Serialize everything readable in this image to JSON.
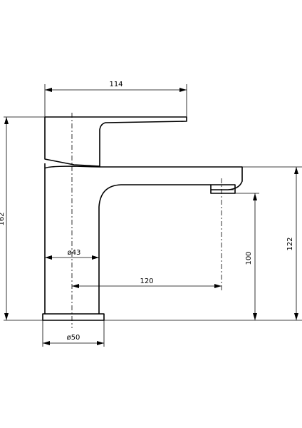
{
  "dimensions": {
    "handle_length": "114",
    "total_height": "162",
    "spout_height_outer": "122",
    "spout_height_inner": "100",
    "spout_reach": "120",
    "body_diameter": "ø43",
    "base_diameter": "ø50"
  }
}
